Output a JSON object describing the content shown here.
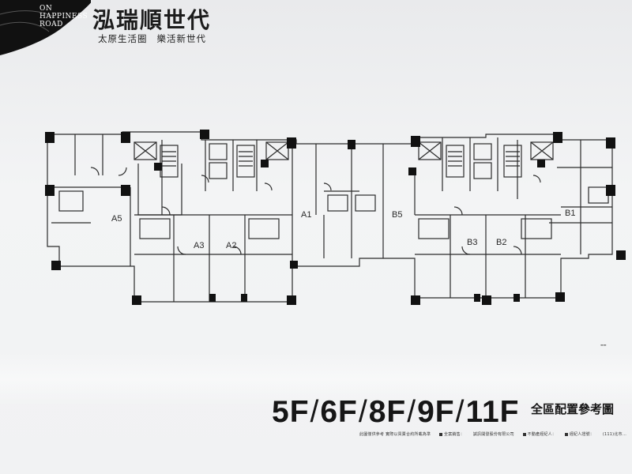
{
  "brand": {
    "english_lines": [
      "ON",
      "HAPPINESS",
      "ROAD"
    ],
    "title": "泓瑞順世代",
    "subtitle": [
      "太原生活圈",
      "樂活新世代"
    ]
  },
  "plan": {
    "units": [
      "A5",
      "A3",
      "A2",
      "A1",
      "B5",
      "B3",
      "B2",
      "B1"
    ]
  },
  "floors": [
    "5F",
    "6F",
    "8F",
    "9F",
    "11F"
  ],
  "caption": "全區配置參考圖",
  "disclaimer": {
    "note": "此圖僅供參考 實際以買賣合約所載為準",
    "sales": "全案銷售：",
    "company": "誠訊開發股份有限公司",
    "license": "不動產經紀人：",
    "agent": "經紀人證號：",
    "address": "(111)北市..."
  },
  "colors": {
    "ink": "#1c1c1c",
    "paper": "#f1f2f3"
  }
}
